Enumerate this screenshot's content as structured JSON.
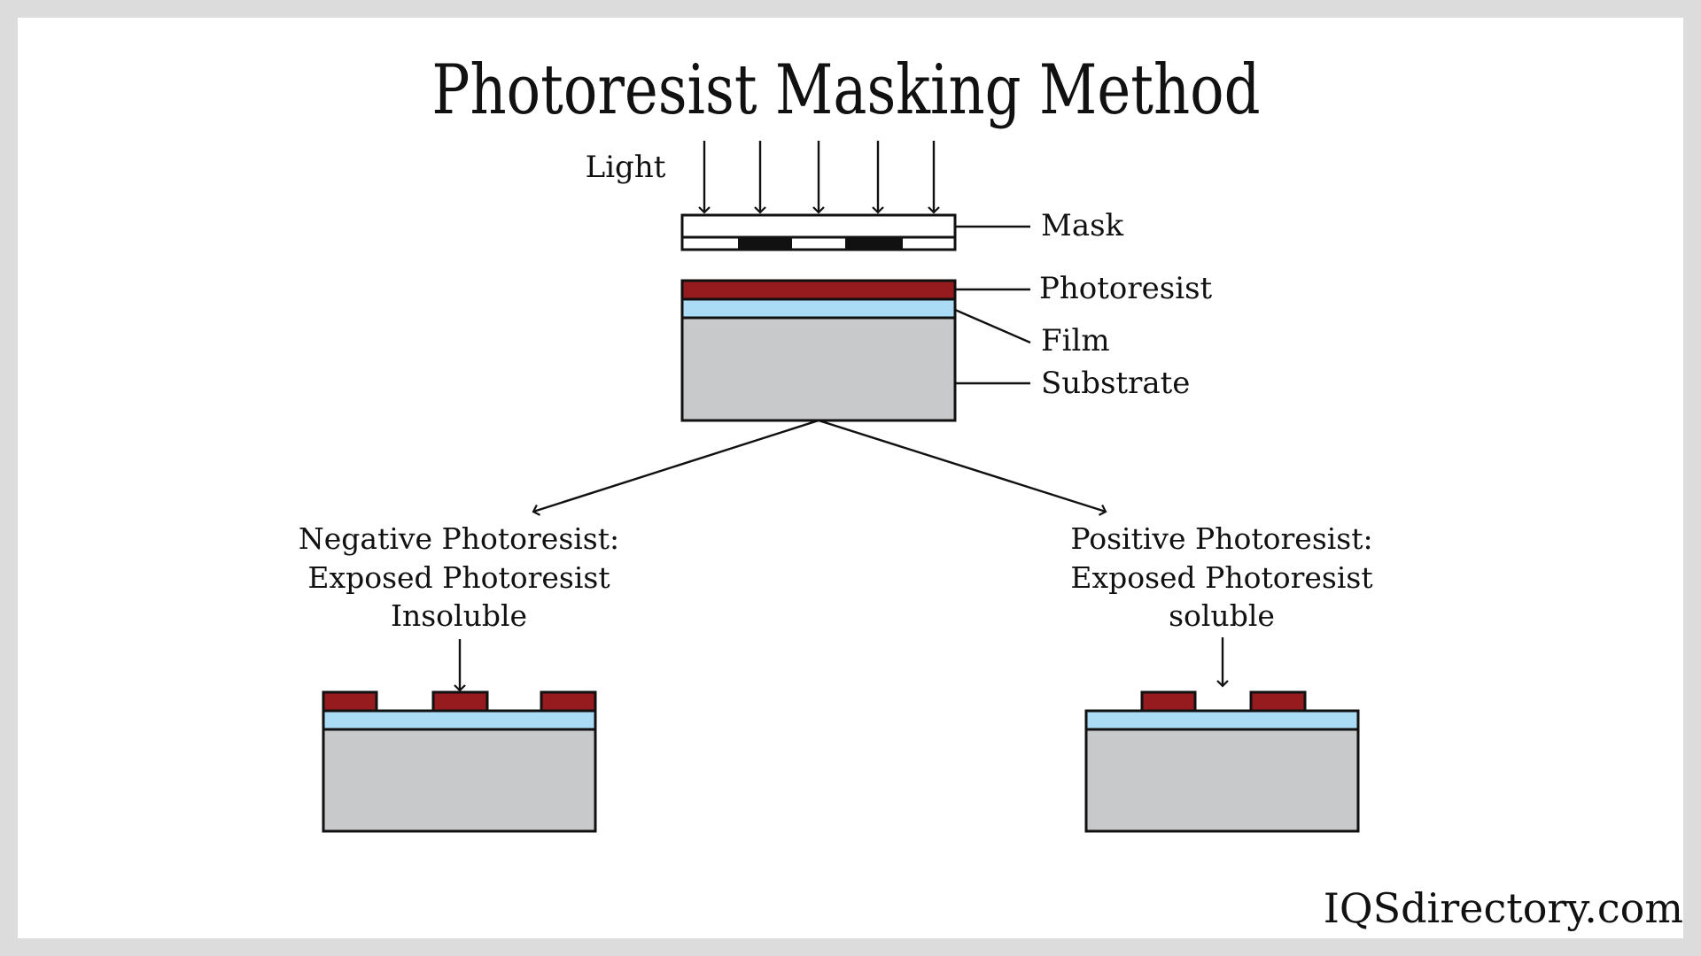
{
  "title": "Photoresist Masking Method",
  "labels": {
    "light": "Light",
    "mask": "Mask",
    "photoresist": "Photoresist",
    "film": "Film",
    "substrate": "Substrate"
  },
  "negative": {
    "lines": [
      "Negative Photoresist:",
      "Exposed Photoresist",
      "Insoluble"
    ]
  },
  "positive": {
    "lines": [
      "Positive Photoresist:",
      "Exposed Photoresist",
      "soluble"
    ]
  },
  "brand": "IQSdirectory.com",
  "colors": {
    "photoresist": "#951b1e",
    "film": "#aadcf5",
    "substrate": "#c8c9cb",
    "frame": "#dcdcdc",
    "background": "#ffffff"
  }
}
